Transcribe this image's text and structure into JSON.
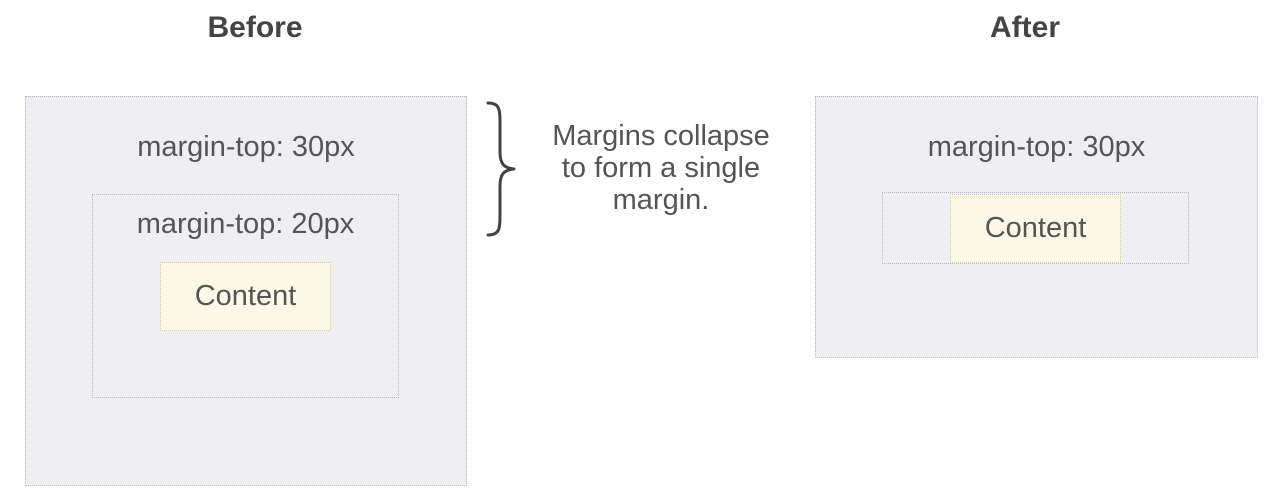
{
  "before": {
    "heading": "Before",
    "outer_label": "margin-top: 30px",
    "inner_label": "margin-top: 20px",
    "content_label": "Content"
  },
  "annotation": {
    "lines": [
      "Margins collapse",
      "to form a single",
      "margin."
    ]
  },
  "after": {
    "heading": "After",
    "outer_label": "margin-top: 30px",
    "content_label": "Content"
  },
  "colors": {
    "box_fill": "#efeef3",
    "content_fill": "#fbf8e6",
    "border": "#b9b9c2",
    "text": "#555555"
  },
  "icons": {
    "brace": "right-curly-brace-icon"
  }
}
